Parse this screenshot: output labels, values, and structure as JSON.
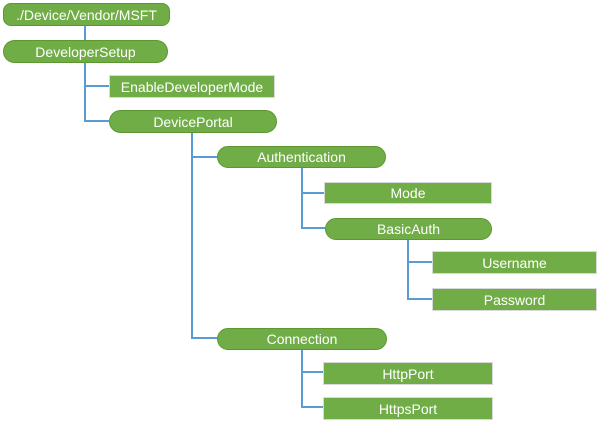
{
  "colors": {
    "node_green": "#70AD47",
    "pill_border": "#5E9732",
    "rect_border": "#D9D9D9",
    "connector_blue": "#5B9BD5",
    "text": "#FFFFFF",
    "background": "#FFFFFF"
  },
  "diagram": {
    "type": "tree",
    "nodes": [
      {
        "label": "./Device/Vendor/MSFT",
        "shape": "pill",
        "parent": null
      },
      {
        "label": "DeveloperSetup",
        "shape": "pill",
        "parent": "./Device/Vendor/MSFT"
      },
      {
        "label": "EnableDeveloperMode",
        "shape": "rect",
        "parent": "DeveloperSetup"
      },
      {
        "label": "DevicePortal",
        "shape": "pill",
        "parent": "DeveloperSetup"
      },
      {
        "label": "Authentication",
        "shape": "pill",
        "parent": "DevicePortal"
      },
      {
        "label": "Mode",
        "shape": "rect",
        "parent": "Authentication"
      },
      {
        "label": "BasicAuth",
        "shape": "pill",
        "parent": "Authentication"
      },
      {
        "label": "Username",
        "shape": "rect",
        "parent": "BasicAuth"
      },
      {
        "label": "Password",
        "shape": "rect",
        "parent": "BasicAuth"
      },
      {
        "label": "Connection",
        "shape": "pill",
        "parent": "DevicePortal"
      },
      {
        "label": "HttpPort",
        "shape": "rect",
        "parent": "Connection"
      },
      {
        "label": "HttpsPort",
        "shape": "rect",
        "parent": "Connection"
      }
    ]
  }
}
